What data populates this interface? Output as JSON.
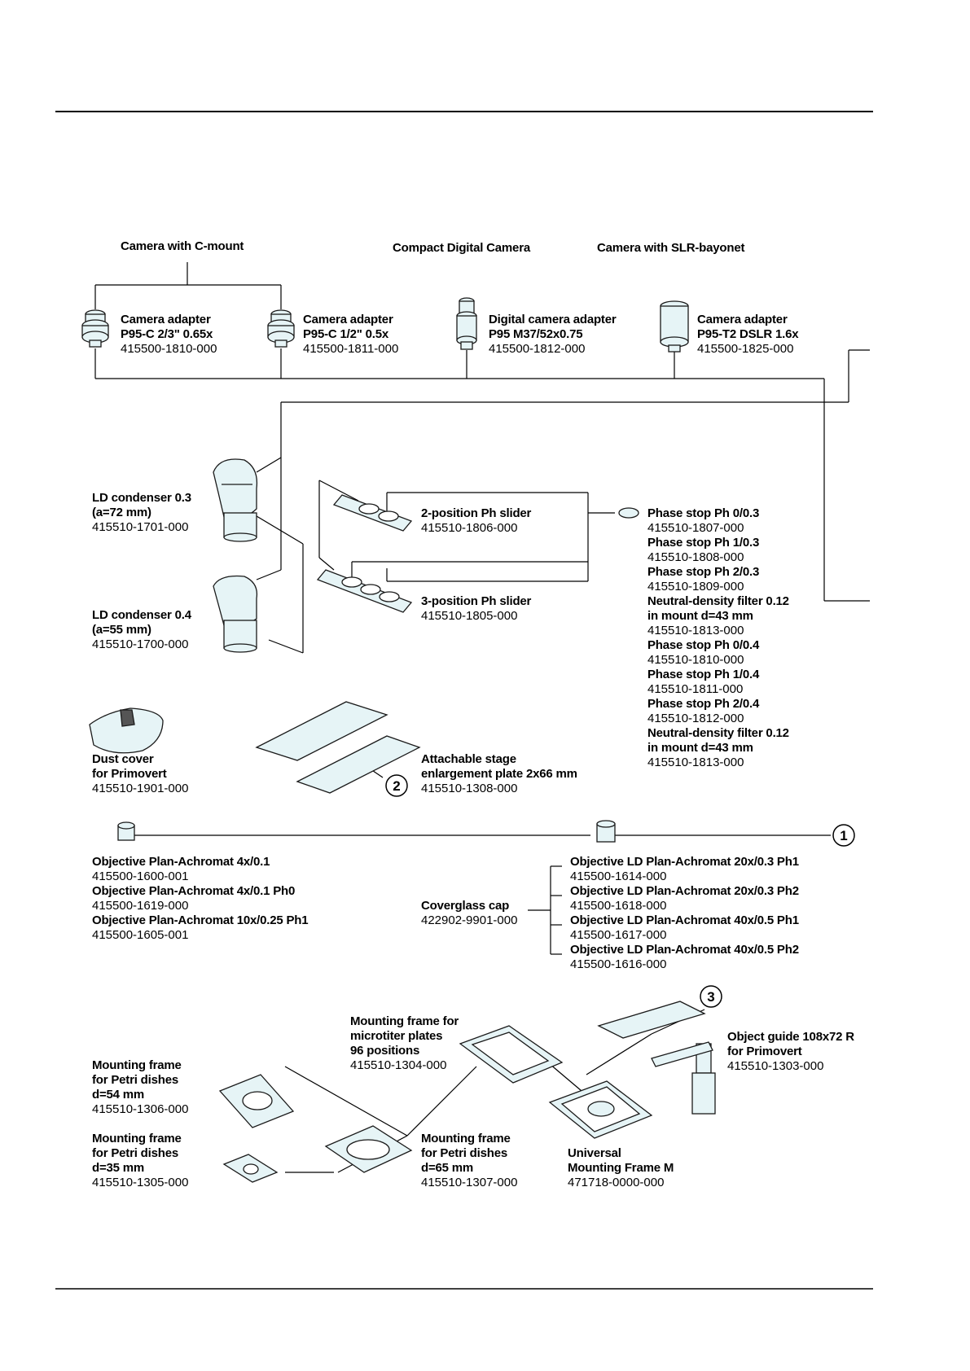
{
  "headers": {
    "c_mount": "Camera with C-mount",
    "compact": "Compact Digital Camera",
    "slr": "Camera with SLR-bayonet"
  },
  "cameras": [
    {
      "l1": "Camera adapter",
      "l2": "P95-C 2/3\" 0.65x",
      "num": "415500-1810-000"
    },
    {
      "l1": "Camera adapter",
      "l2": "P95-C 1/2\" 0.5x",
      "num": "415500-1811-000"
    },
    {
      "l1": "Digital camera adapter",
      "l2": "P95 M37/52x0.75",
      "num": "415500-1812-000"
    },
    {
      "l1": "Camera adapter",
      "l2": "P95-T2 DSLR 1.6x",
      "num": "415500-1825-000"
    }
  ],
  "condensers": [
    {
      "l1": "LD condenser 0.3",
      "l2": "(a=72 mm)",
      "num": "415510-1701-000"
    },
    {
      "l1": "LD condenser 0.4",
      "l2": "(a=55 mm)",
      "num": "415510-1700-000"
    }
  ],
  "sliders": [
    {
      "l1": "2-position Ph slider",
      "num": "415510-1806-000"
    },
    {
      "l1": "3-position Ph slider",
      "num": "415510-1805-000"
    }
  ],
  "phase_stops": [
    {
      "name": "Phase stop Ph 0/0.3",
      "num": "415510-1807-000"
    },
    {
      "name": "Phase stop Ph 1/0.3",
      "num": "415510-1808-000"
    },
    {
      "name": "Phase stop Ph 2/0.3",
      "num": "415510-1809-000"
    },
    {
      "name": "Neutral-density filter 0.12",
      "name2": "in mount d=43 mm",
      "num": "415510-1813-000"
    },
    {
      "name": "Phase stop Ph 0/0.4",
      "num": "415510-1810-000"
    },
    {
      "name": "Phase stop Ph 1/0.4",
      "num": "415510-1811-000"
    },
    {
      "name": "Phase stop Ph 2/0.4",
      "num": "415510-1812-000"
    },
    {
      "name": "Neutral-density filter 0.12",
      "name2": "in mount d=43 mm",
      "num": "415510-1813-000"
    }
  ],
  "dust_cover": {
    "l1": "Dust cover",
    "l2": "for Primovert",
    "num": "415510-1901-000"
  },
  "stage_plate": {
    "l1": "Attachable stage",
    "l2": "enlargement plate 2x66 mm",
    "num": "415510-1308-000"
  },
  "objectives_left": [
    {
      "name": "Objective Plan-Achromat 4x/0.1",
      "num": "415500-1600-001"
    },
    {
      "name": "Objective Plan-Achromat 4x/0.1 Ph0",
      "num": "415500-1619-000"
    },
    {
      "name": "Objective Plan-Achromat 10x/0.25 Ph1",
      "num": "415500-1605-001"
    }
  ],
  "coverglass": {
    "l1": "Coverglass cap",
    "num": "422902-9901-000"
  },
  "objectives_right": [
    {
      "name": "Objective LD Plan-Achromat 20x/0.3 Ph1",
      "num": "415500-1614-000"
    },
    {
      "name": "Objective LD Plan-Achromat 20x/0.3 Ph2",
      "num": "415500-1618-000"
    },
    {
      "name": "Objective LD Plan-Achromat 40x/0.5 Ph1",
      "num": "415500-1617-000"
    },
    {
      "name": "Objective LD Plan-Achromat 40x/0.5 Ph2",
      "num": "415500-1616-000"
    }
  ],
  "frames": {
    "microtiter": {
      "l1": "Mounting frame for",
      "l2": "microtiter plates",
      "l3": "96 positions",
      "num": "415510-1304-000"
    },
    "object_guide": {
      "l1": "Object guide 108x72 R",
      "l2": "for Primovert",
      "num": "415510-1303-000"
    },
    "petri54": {
      "l1": "Mounting frame",
      "l2": "for Petri dishes",
      "l3": "d=54 mm",
      "num": "415510-1306-000"
    },
    "petri35": {
      "l1": "Mounting frame",
      "l2": "for Petri dishes",
      "l3": "d=35 mm",
      "num": "415510-1305-000"
    },
    "petri65": {
      "l1": "Mounting frame",
      "l2": "for Petri dishes",
      "l3": "d=65 mm",
      "num": "415510-1307-000"
    },
    "universal": {
      "l1": "Universal",
      "l2": "Mounting Frame M",
      "num": "471718-0000-000"
    }
  },
  "markers": {
    "m1": "1",
    "m2": "2",
    "m3": "3"
  },
  "colors": {
    "line": "#000000",
    "part_fill": "#e6f4f6",
    "part_stroke": "#1a1a1a"
  }
}
